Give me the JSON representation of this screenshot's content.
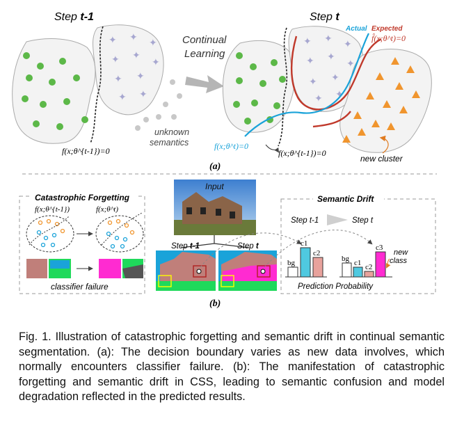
{
  "panel_a": {
    "step_prev_prefix": "Step ",
    "step_prev_bold": "t-1",
    "step_cur_prefix": "Step ",
    "step_cur_bold": "t",
    "continual_line1": "Continual",
    "continual_line2": "Learning",
    "unknown_line1": "unknown",
    "unknown_line2": "semantics",
    "boundary_prev": "f(x;θ^{t-1})=0",
    "boundary_cur": "f(x;θ^t)=0",
    "boundary_expected": "f̂(x;θ^t)=0",
    "actual_label": "Actual",
    "expected_label": "Expected",
    "new_cluster": "new cluster",
    "panel_label": "(a)",
    "colors": {
      "actual": "#1aa3d9",
      "expected": "#c0392b",
      "green": "#5cb848",
      "orange": "#f0952e",
      "plus": "#a7a7d0"
    }
  },
  "panel_b": {
    "cf_title": "Catastrophic Forgetting",
    "cf_f_prev": "f(x;θ^{t-1})",
    "cf_f_cur": "f(x;θ^t)",
    "classifier_failure": "classifier failure",
    "input_label": "Input",
    "seg_step_prev_prefix": "Step ",
    "seg_step_prev_bold": "t-1",
    "seg_step_cur_prefix": "Step ",
    "seg_step_cur_bold": "t",
    "sd_title": "Semantic Drift",
    "sd_step_prev": "Step t-1",
    "sd_step_cur": "Step t",
    "bar_labels_left": [
      "bg",
      "c1",
      "c2"
    ],
    "bar_labels_right": [
      "bg",
      "c1",
      "c2",
      "c3"
    ],
    "new_class_line1": "new",
    "new_class_line2": "class",
    "prediction_probability": "Prediction Probability",
    "panel_label": "(b)"
  },
  "caption": "Fig. 1. Illustration of catastrophic forgetting and semantic drift in continual semantic segmentation. (a): The decision boundary varies as new data involves, which normally encounters classifier failure. (b): The manifestation of catastrophic forgetting and semantic drift in CSS, leading to semantic confusion and model degradation reflected in the predicted results."
}
